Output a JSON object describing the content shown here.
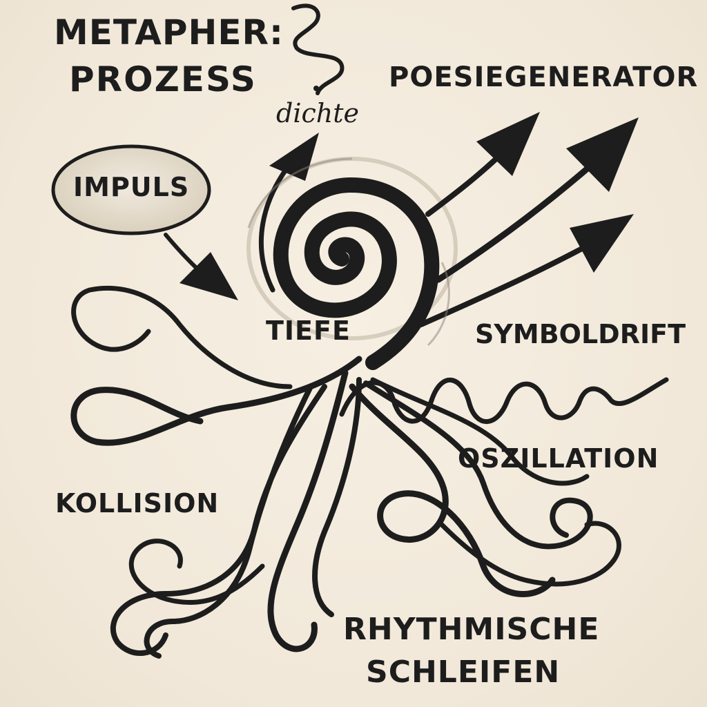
{
  "diagram": {
    "title": {
      "line1": "METAPHER:",
      "line2": "PROZESS"
    },
    "labels": {
      "dichte": "dichte",
      "poesiegenerator": "POESIEGENERATOR",
      "impuls": "IMPULS",
      "tiefe": "TIEFE",
      "symboldrift": "SYMBOLDRIFT",
      "oszillation": "OSZILLATION",
      "kollision": "KOLLISION",
      "rhythmische": "RHYTHMISCHE",
      "schleifen": "SCHLEIFEN"
    },
    "style": {
      "background": "#f3ebdd",
      "ink": "#1d1d1d",
      "bubble_fill": "#e2d8c8"
    }
  }
}
